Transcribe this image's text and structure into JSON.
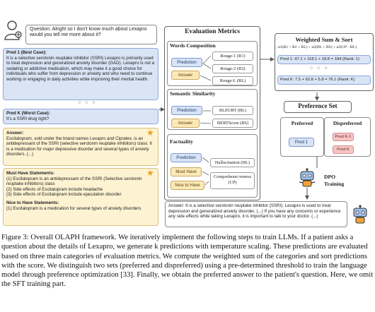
{
  "question": "Question: Alright so I don't know much about Lexapro would you tell me more about it?",
  "pred1_title": "Pred 1 (Best Case):",
  "pred1_text": "It is a selective serotonin reuptake inhibitor (SSRI) Lexapro is primarily used to treat depression and generalized anxiety disorder (GAD). Lexapro is not a sedating or addictive medication, which may make it a good choice for individuals who suffer from depression or anxiety and who need to continue working or engaging in daily activities while improving their mental health.",
  "dots": "○ ○ ○",
  "predk_title": "Pred K (Worst Case):",
  "predk_text": "It's a SSRI drug right?",
  "answer_title": "Answer:",
  "answer_text": "Escitalopram, sold under the brand names Lexapro and Cipralex, is an antidepressant of the SSRI (selective serotonin reuptake inhibitors) class. It is a medication for major depressive disorder and several types of anxiety disorders. (...)",
  "musthave_title": "Must Have Statements:",
  "musthave_items": [
    "(1) Escitalopram is an antidepressant of the SSRI (Selective serotonin reuptake inhibitors) class",
    "(2) Side effects of Escitalopram include headache",
    "(3) Side effects of Escitalopram include ejaculation disorder"
  ],
  "nicetohave_title": "Nice to Have Statements:",
  "nicetohave_items": [
    "(1) Escitalopram is a medication for several types of anxiety disorders"
  ],
  "eval": {
    "title": "Evaluation Metrics",
    "words": {
      "title": "Words Composition",
      "prediction": "Prediction",
      "answer": "Answer",
      "metrics": [
        "Rouge-1 (R1)",
        "Rouge-2 (R2)",
        "Rouge-L (RL)"
      ]
    },
    "semantic": {
      "title": "Semantic Similarity",
      "prediction": "Prediction",
      "answer": "Answer",
      "metrics": [
        "BLEURT (BL)",
        "BERTScore (BS)"
      ]
    },
    "factuality": {
      "title": "Factuality",
      "prediction": "Prediction",
      "musthave": "Must Have",
      "nicetohave": "Nice to Have",
      "metrics": [
        "Hallucination (HL)",
        "Comprehensi-veness (CP)"
      ]
    }
  },
  "weighted": {
    "title": "Weighted Sum & Sort",
    "formula": ": α1(R1 + R2 + RL) + α2(BL + BS) + α3(CP - HL)",
    "pred1": "Pred 1: 47.1 + 118.1 + 18.8 = 184 (Rank: 1)",
    "dots": "○ ○ ○",
    "predk": "Pred K: 7.5 + 62.8 + 5.8 = 76.1 (Rank: K)"
  },
  "pref": {
    "title": "Preference Set",
    "preferred": "Preferred",
    "dispreferred": "Dispreferred",
    "pred1": "Pred 1",
    "predk1": "Pred K-1",
    "predk": "Pred K"
  },
  "dpo": "DPO Training",
  "final_answer": "Answer: It is a selective serotonin reuptake inhibitor (SSRI). Lexapro is used to treat depression and generalized anxiety disorder. (...) If you have any concerns or experience any side effects while taking Lexapro, it is important to talk to your doctor. (...)",
  "caption": "Figure 3: Overall OLAPH framework. We iteratively implement the following steps to train LLMs. If a patient asks a question about the details of Lexapro, we generate k predictions with temperature scaling. These predictions are evaluated based on three main categories of evaluation metrics. We compute the weighted sum of the categories and sort predictions with the score. We distinguish two sets (preferred and dispreferred) using a pre-determined threshold to train the language model through preference optimization [33]. Finally, we obtain the preferred answer to the patient's question. Here, we omit the SFT training part."
}
